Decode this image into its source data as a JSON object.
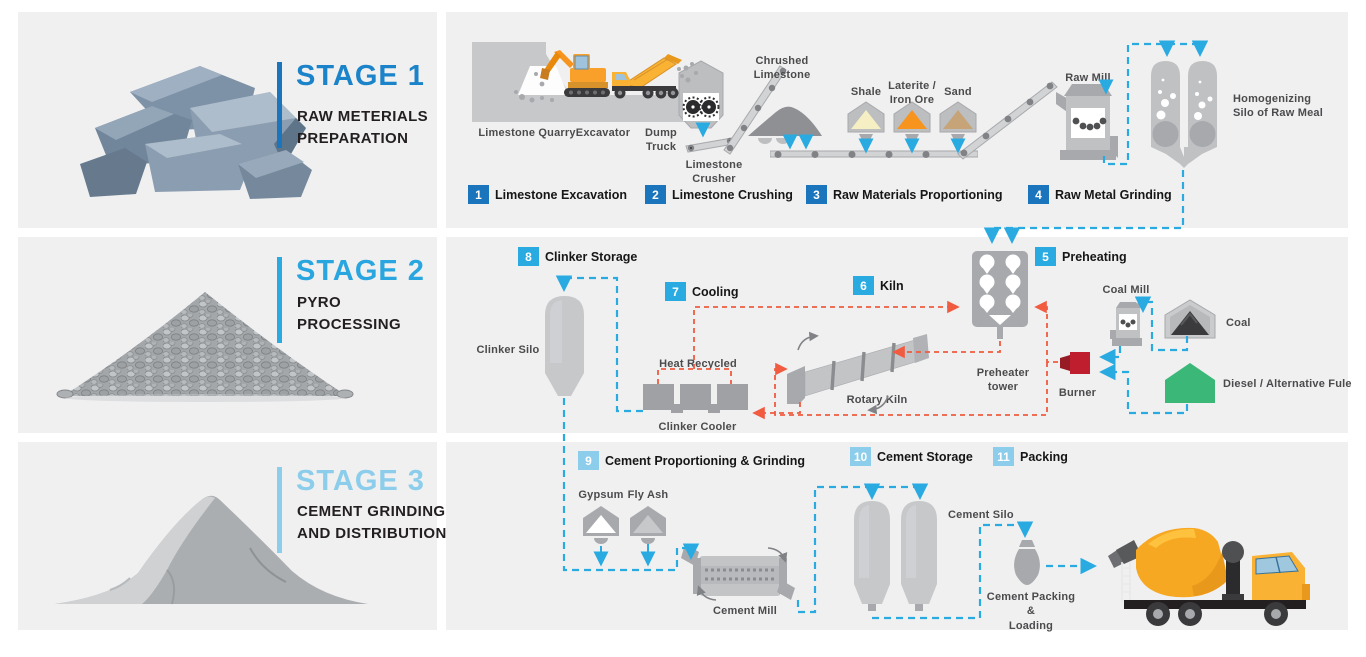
{
  "stages": [
    {
      "title": "STAGE 1",
      "subtitle": "RAW METERIALS\nPREPARATION",
      "title_color": "#1B83C9",
      "bar_color": "#1B75BC"
    },
    {
      "title": "STAGE 2",
      "subtitle": "PYRO\nPROCESSING",
      "title_color": "#29A6DF",
      "bar_color": "#29ABE2"
    },
    {
      "title": "STAGE 3",
      "subtitle": "CEMENT GRINDING\nAND DISTRIBUTION",
      "title_color": "#8BCDEA",
      "bar_color": "#8BCDEA"
    }
  ],
  "steps": [
    {
      "num": "1",
      "label": "Limestone Excavation"
    },
    {
      "num": "2",
      "label": "Limestone Crushing"
    },
    {
      "num": "3",
      "label": "Raw Materials Proportioning"
    },
    {
      "num": "4",
      "label": "Raw Metal Grinding"
    },
    {
      "num": "5",
      "label": "Preheating"
    },
    {
      "num": "6",
      "label": "Kiln"
    },
    {
      "num": "7",
      "label": "Cooling"
    },
    {
      "num": "8",
      "label": "Clinker Storage"
    },
    {
      "num": "9",
      "label": "Cement Proportioning & Grinding"
    },
    {
      "num": "10",
      "label": "Cement Storage"
    },
    {
      "num": "11",
      "label": "Packing"
    }
  ],
  "equipment": {
    "quarry": "Limestone Quarry",
    "excavator": "Excavator",
    "dump_truck": "Dump\nTruck",
    "crusher": "Limestone\nCrusher",
    "crushed_limestone": "Chrushed\nLimestone",
    "shale": "Shale",
    "laterite": "Laterite /\nIron Ore",
    "sand": "Sand",
    "raw_mill": "Raw Mill",
    "homogenizing_silo": "Homogenizing\nSilo of Raw Meal",
    "clinker_silo": "Clinker Silo",
    "heat_recycled": "Heat Recycled",
    "clinker_cooler": "Clinker Cooler",
    "rotary_kiln": "Rotary Kiln",
    "preheater_tower": "Preheater\ntower",
    "burner": "Burner",
    "coal_mill": "Coal Mill",
    "coal": "Coal",
    "diesel": "Diesel / Alternative Fule",
    "gypsum": "Gypsum",
    "fly_ash": "Fly Ash",
    "cement_mill": "Cement Mill",
    "cement_silo": "Cement Silo",
    "cement_packing": "Cement Packing &\nLoading"
  },
  "colors": {
    "stage1_blue": "#1B75BC",
    "stage2_cyan": "#29ABE2",
    "stage3_light_blue": "#8BCDEA",
    "flow_blue": "#29ABE2",
    "flow_orange": "#F15B40",
    "burner_red": "#BE1E2D",
    "diesel_green": "#3BB877",
    "vehicle_yellow": "#F9A82B",
    "machine_gray": "#BCBEC0",
    "panel_gray": "#F0F0F1"
  }
}
